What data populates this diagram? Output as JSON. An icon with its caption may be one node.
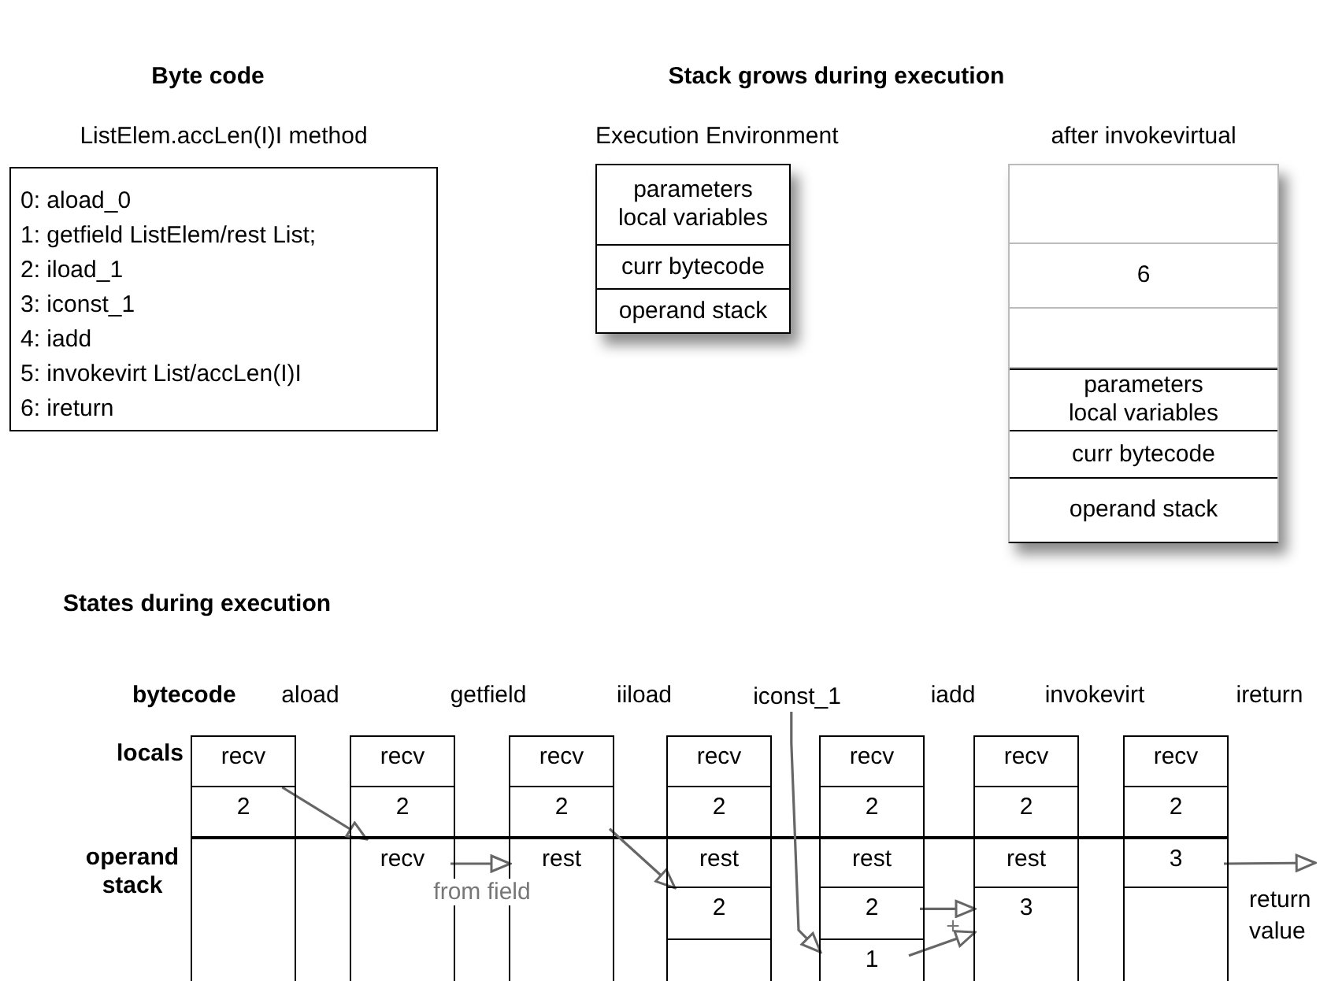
{
  "diagram": {
    "nodes": [
      {
        "text": [
          "ListElem.accLen(I)I method",
          "0: aload_0",
          "1: getfield ListElem/rest List;",
          "2: iload_1",
          "3: iconst_1",
          "4: iadd",
          "5: invokevirt List/accLen(I)I",
          "6: ireturn"
        ]
      },
      {
        "text": [
          "Execution Environment"
        ]
      },
      {
        "text": [
          "parameters local variables"
        ],
        "in": 1
      },
      {
        "text": [
          "curr bytecode"
        ],
        "in": 1
      },
      {
        "text": [
          "operand stack"
        ],
        "in": 1
      },
      {
        "text": [
          "after invokevirtual"
        ]
      },
      {
        "text": [],
        "shape": "box",
        "in": 5
      },
      {
        "text": [
          "6"
        ],
        "in": 5
      },
      {
        "text": [],
        "shape": "box",
        "in": 5
      },
      {
        "text": [
          "parameters local variables"
        ],
        "in": 5
      },
      {
        "text": [
          "curr bytecode"
        ],
        "in": 5
      },
      {
        "text": [
          "operand stack"
        ],
        "in": 5
      },
      {
        "text": [
          "iconst_1"
        ]
      },
      {
        "text": [],
        "shape": "box"
      },
      {
        "text": [
          "recv"
        ],
        "in": 13
      },
      {
        "text": [
          "2"
        ],
        "in": 13
      },
      {
        "text": [],
        "shape": "box"
      },
      {
        "text": [
          "recv"
        ],
        "in": 16
      },
      {
        "text": [
          "2"
        ],
        "in": 16
      },
      {
        "text": [
          "recv"
        ],
        "in": 16
      },
      {
        "text": [],
        "shape": "box"
      },
      {
        "text": [
          "recv"
        ],
        "in": 20
      },
      {
        "text": [
          "2"
        ],
        "in": 20
      },
      {
        "text": [
          "rest"
        ],
        "in": 20
      },
      {
        "text": [],
        "shape": "box"
      },
      {
        "text": [
          "recv"
        ],
        "in": 24
      },
      {
        "text": [
          "2"
        ],
        "in": 24
      },
      {
        "text": [
          "rest"
        ],
        "in": 24
      },
      {
        "text": [
          "2"
        ],
        "in": 24
      },
      {
        "text": [],
        "shape": "box"
      },
      {
        "text": [
          "recv"
        ],
        "in": 29
      },
      {
        "text": [
          "2"
        ],
        "in": 29
      },
      {
        "text": [
          "rest"
        ],
        "in": 29
      },
      {
        "text": [
          "2"
        ],
        "in": 29
      },
      {
        "text": [
          "1"
        ],
        "in": 29
      },
      {
        "text": [],
        "shape": "box"
      },
      {
        "text": [
          "recv"
        ],
        "in": 35
      },
      {
        "text": [
          "2"
        ],
        "in": 35
      },
      {
        "text": [
          "rest"
        ],
        "in": 35
      },
      {
        "text": [
          "3"
        ],
        "in": 35
      },
      {
        "text": [],
        "shape": "box"
      },
      {
        "text": [
          "recv"
        ],
        "in": 40
      },
      {
        "text": [
          "2"
        ],
        "in": 40
      },
      {
        "text": [
          "3"
        ],
        "in": 40
      },
      {
        "text": [
          "return value"
        ]
      }
    ],
    "edges": [
      {
        "from": 14,
        "to": 19,
        "arrow": "to"
      },
      {
        "from": 19,
        "to": 23,
        "arrow": "to",
        "label": "from field"
      },
      {
        "from": 22,
        "to": 28,
        "arrow": "to"
      },
      {
        "from": 12,
        "to": 34,
        "arrow": "to"
      },
      {
        "from": 33,
        "to": 39,
        "arrow": "to"
      },
      {
        "from": 34,
        "to": 39,
        "arrow": "to"
      },
      {
        "from": 43,
        "to": 44,
        "arrow": "to"
      }
    ],
    "labels": [
      "Byte code",
      "Stack grows during execution",
      "States during execution",
      "bytecode",
      "aload",
      "getfield",
      "iiload",
      "iadd",
      "invokevirt",
      "ireturn",
      "locals",
      "operand stack",
      "+"
    ]
  }
}
